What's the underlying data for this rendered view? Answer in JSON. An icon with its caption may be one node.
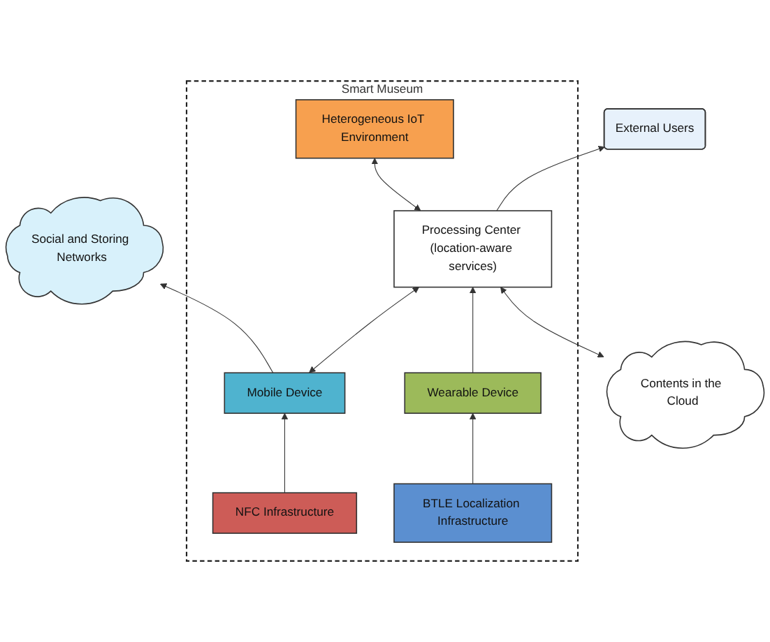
{
  "diagram": {
    "nodes": [
      {
        "text": [
          "Social and Storing Networks"
        ]
      },
      {
        "text": [
          "Contents in the Cloud"
        ]
      },
      {
        "text": [
          "Smart Museum"
        ]
      },
      {
        "text": [
          "Mobile Device"
        ],
        "in": 2
      },
      {
        "text": [
          "Processing Center (location-aware services)"
        ],
        "in": 2
      },
      {
        "text": [
          "Wearable Device"
        ],
        "in": 2
      },
      {
        "text": [
          "NFC Infrastructure"
        ],
        "in": 2
      },
      {
        "text": [
          "BTLE Localization Infrastructure"
        ],
        "in": 2
      },
      {
        "text": [
          "Heterogeneous IoT Environment"
        ],
        "in": 2
      },
      {
        "text": [
          "External Users"
        ]
      }
    ],
    "edges": [
      {
        "from": 3,
        "to": 0,
        "arrow": "to"
      },
      {
        "from": 1,
        "to": 4,
        "arrow": "both"
      },
      {
        "from": 3,
        "to": 4,
        "arrow": "both"
      },
      {
        "from": 5,
        "to": 4,
        "arrow": "to"
      },
      {
        "from": 6,
        "to": 3,
        "arrow": "to"
      },
      {
        "from": 7,
        "to": 5,
        "arrow": "to"
      },
      {
        "from": 4,
        "to": 8,
        "arrow": "both"
      },
      {
        "from": 4,
        "to": 9,
        "arrow": "to"
      }
    ]
  }
}
